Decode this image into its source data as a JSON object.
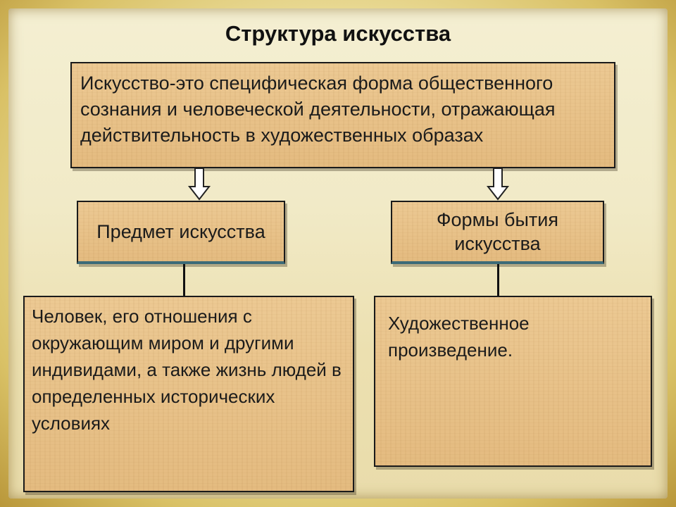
{
  "title": "Структура искусства",
  "definition": {
    "text": "Искусство-это специфическая форма общественного сознания и человеческой деятельности, отражающая действительность в художественных образах"
  },
  "branches": [
    {
      "heading": "Предмет искусства",
      "detail": "Человек, его отношения с окружающим миром и другими индивидами, а также жизнь людей в определенных исторических условиях"
    },
    {
      "heading": "Формы бытия искусства",
      "detail": "Художественное произведение."
    }
  ],
  "colors": {
    "box_fill": "#e6bf86",
    "box_border": "#1a1a1a",
    "heading_underline": "#3c6b78",
    "background": "#f2ebc8"
  }
}
